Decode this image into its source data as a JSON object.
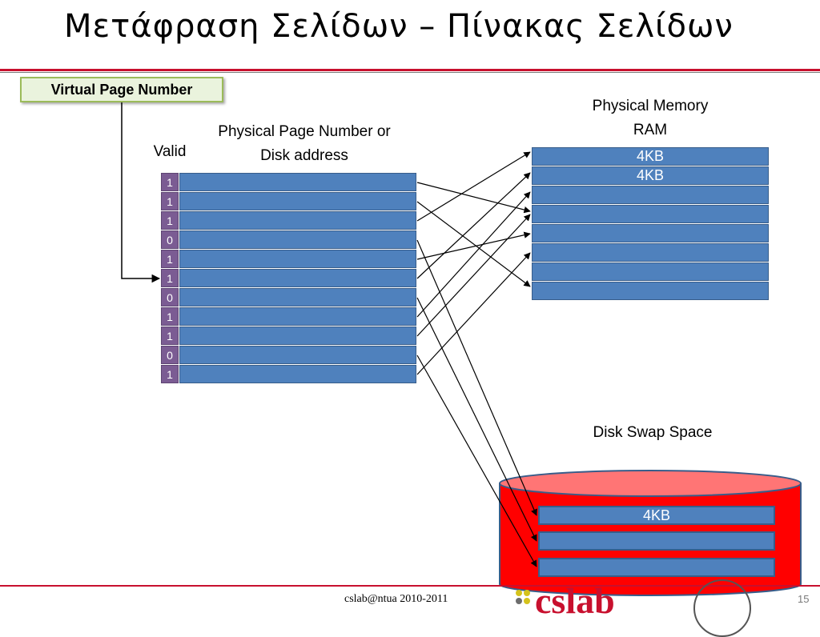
{
  "slide": {
    "title": "Μετάφραση Σελίδων – Πίνακας Σελίδων",
    "footer": "cslab@ntua 2010-2011",
    "page_number": "15",
    "logo_text": "cslab"
  },
  "labels": {
    "virtual_page_number": "Virtual Page Number",
    "valid": "Valid",
    "ppn_line1": "Physical Page Number or",
    "ppn_line2": "Disk address",
    "physical_memory_line1": "Physical Memory",
    "physical_memory_line2": "RAM",
    "disk_swap_space": "Disk Swap Space"
  },
  "page_table": {
    "valid_bits": [
      "1",
      "1",
      "1",
      "0",
      "1",
      "1",
      "0",
      "1",
      "1",
      "0",
      "1"
    ]
  },
  "physical_memory": {
    "frames": [
      "4KB",
      "4KB",
      "",
      "",
      "",
      "",
      "",
      ""
    ]
  },
  "disk": {
    "slots": [
      "4KB",
      "",
      ""
    ]
  },
  "colors": {
    "accent_red": "#c8102e",
    "page_blue": "#4f81bd",
    "valid_purple": "#7b5c93",
    "vpn_box_fill": "#eaf3dd",
    "vpn_box_border": "#9bbb59",
    "disk_red": "#ff0000"
  }
}
